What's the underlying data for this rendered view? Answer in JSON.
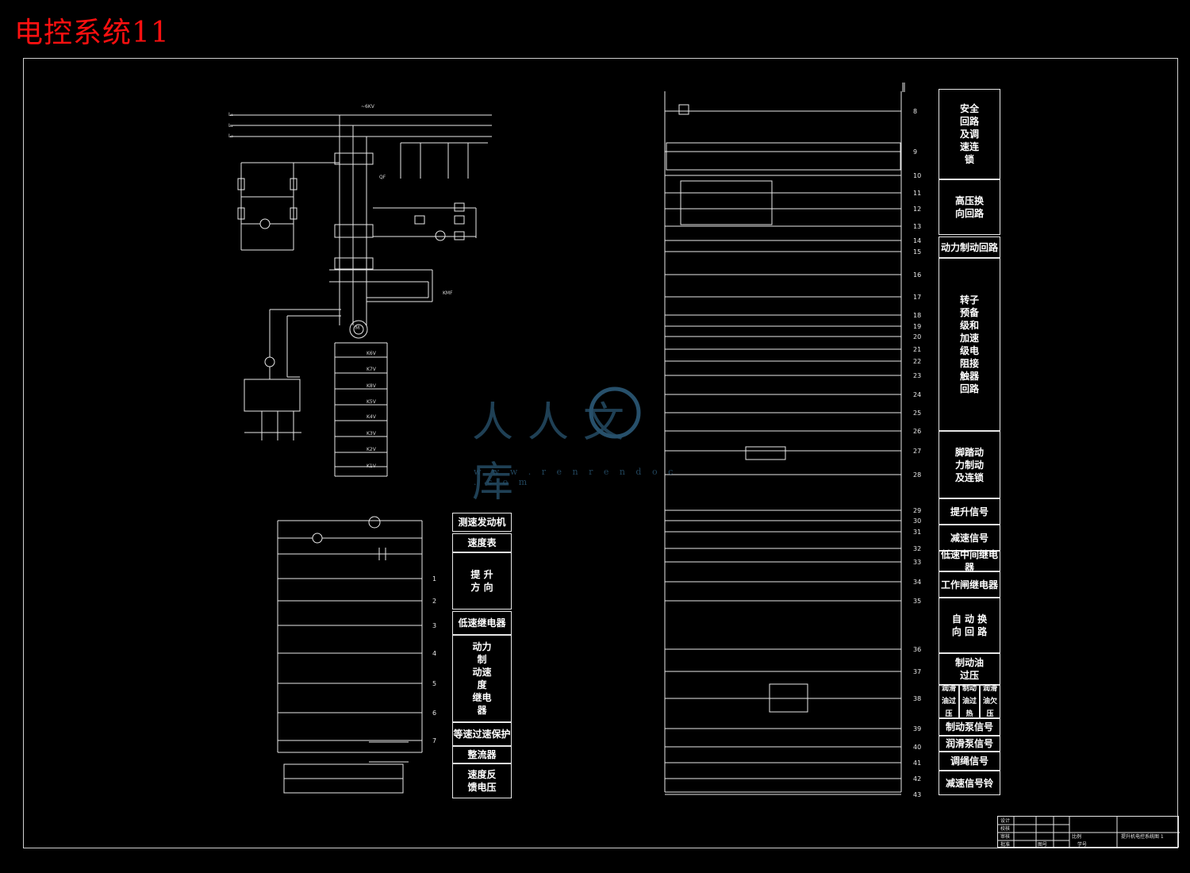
{
  "header": {
    "title": "电控系统11"
  },
  "watermark": {
    "text": "人人文库",
    "url": "w w w . r e n r e n d o c . c o m"
  },
  "power_labels": {
    "voltage": "~6KV",
    "l1": "L₁",
    "l2": "L₂",
    "l3": "L₃",
    "qf": "QF",
    "kmf": "KMF",
    "motor": "M"
  },
  "right_panels": [
    {
      "label": "安全\n回路\n及调\n速连\n锁"
    },
    {
      "label": "高压换\n向回路"
    },
    {
      "label": "动力制动回路"
    },
    {
      "label": "转子\n预备\n级和\n加速\n级电\n阻接\n触器\n回路"
    },
    {
      "label": "脚踏动\n力制动\n及连锁"
    },
    {
      "label": "提升信号"
    },
    {
      "label": "减速信号"
    },
    {
      "label": "低速中间继电器"
    },
    {
      "label": "工作闸继电器"
    },
    {
      "label": "自 动 换\n向 回 路"
    },
    {
      "label": "制动油\n过压"
    },
    {
      "label": "润滑\n油过\n压"
    },
    {
      "label": "制动\n油过\n热"
    },
    {
      "label": "润滑\n油欠\n压"
    },
    {
      "label": "制动泵信号"
    },
    {
      "label": "润滑泵信号"
    },
    {
      "label": "调绳信号"
    },
    {
      "label": "减速信号铃"
    }
  ],
  "left_legend": [
    {
      "label": "测速发动机"
    },
    {
      "label": "速度表"
    },
    {
      "label": "提 升\n方 向"
    },
    {
      "label": "低速继电器"
    },
    {
      "label": "动力\n制\n动速\n度\n继电\n器"
    },
    {
      "label": "等速过速保护"
    },
    {
      "label": "整流器"
    },
    {
      "label": "速度反\n馈电压"
    }
  ],
  "right_row_numbers": [
    "8",
    "9",
    "10",
    "11",
    "12",
    "13",
    "14",
    "15",
    "16",
    "17",
    "18",
    "19",
    "20",
    "21",
    "22",
    "23",
    "24",
    "25",
    "26",
    "27",
    "28",
    "29",
    "30",
    "31",
    "32",
    "33",
    "34",
    "35",
    "36",
    "37",
    "38",
    "39",
    "40",
    "41",
    "42",
    "43"
  ],
  "left_row_numbers": [
    "1",
    "2",
    "3",
    "4",
    "5",
    "6",
    "7"
  ],
  "resistor_labels": [
    "K6V",
    "K7V",
    "K8V",
    "K5V",
    "K4V",
    "K3V",
    "K2V",
    "K1V"
  ],
  "title_block": {
    "c1": "设计",
    "c2": "校核",
    "c3": "审核",
    "c4": "批准",
    "scale": "比例",
    "name": "提升机电控系统图 1",
    "drawing_no": "图号",
    "school": "学号"
  }
}
